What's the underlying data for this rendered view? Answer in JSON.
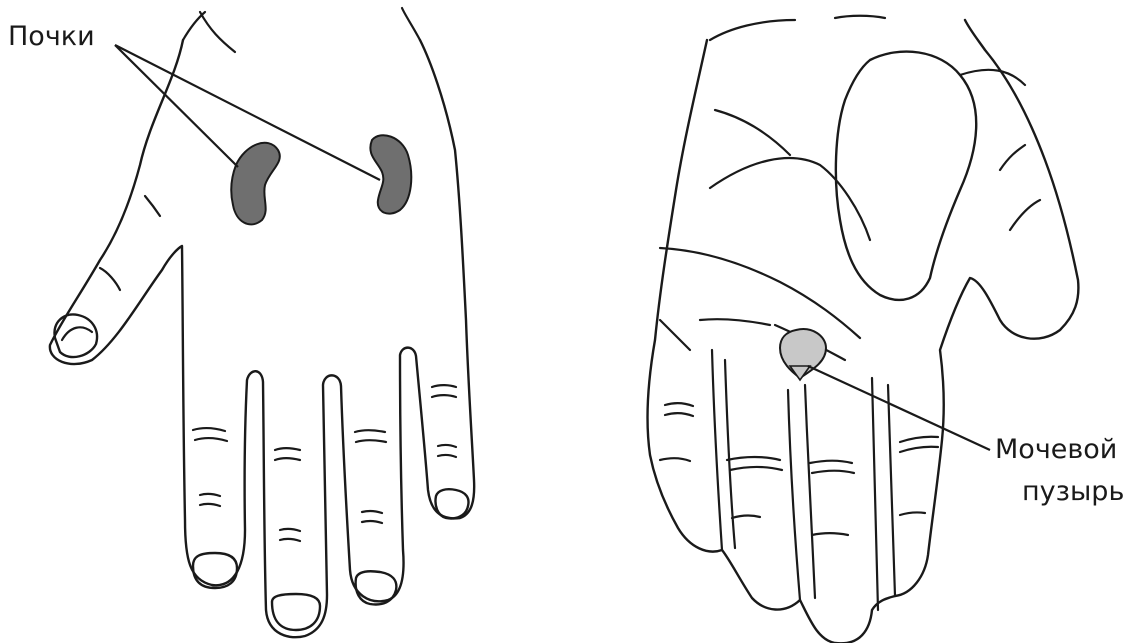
{
  "labels": {
    "kidneys": "Почки",
    "bladder_line1": "Мочевой",
    "bladder_line2": "пузырь"
  },
  "colors": {
    "outline": "#1a1a1a",
    "kidney_fill": "#6f6f6f",
    "bladder_fill": "#c8c8c8",
    "background": "#ffffff"
  }
}
